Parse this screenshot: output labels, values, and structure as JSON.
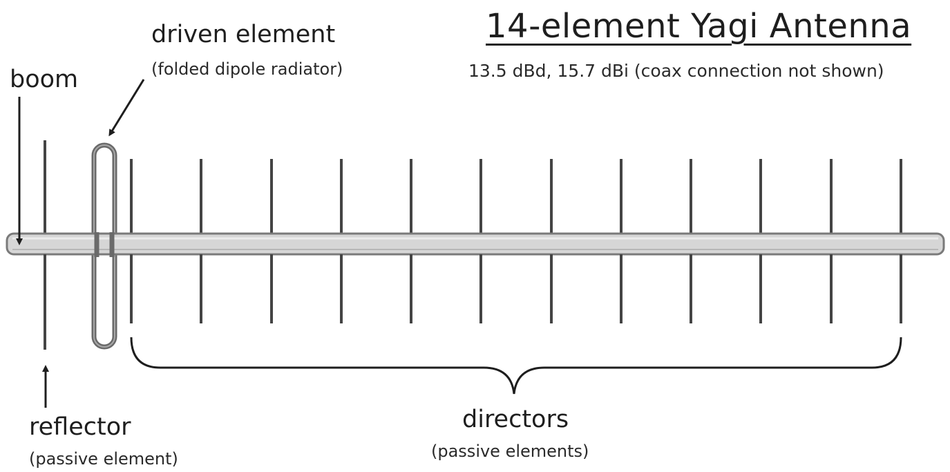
{
  "title": "14-element Yagi Antenna",
  "subtitle": "13.5 dBd, 15.7 dBi (coax connection not shown)",
  "labels": {
    "boom": "boom",
    "driven_element": "driven element",
    "driven_element_note": "(folded dipole radiator)",
    "reflector": "reflector",
    "reflector_note": "(passive element)",
    "directors": "directors",
    "directors_note": "(passive elements)"
  },
  "antenna": {
    "element_count": 14,
    "reflector_count": 1,
    "driven_element_count": 1,
    "director_count": 12
  },
  "colors": {
    "boom_fill": "#d4d4d4",
    "boom_stroke": "#7a7a7a",
    "element": "#444444",
    "dipole": "#6a6a6a",
    "text": "#1e1e1e"
  }
}
